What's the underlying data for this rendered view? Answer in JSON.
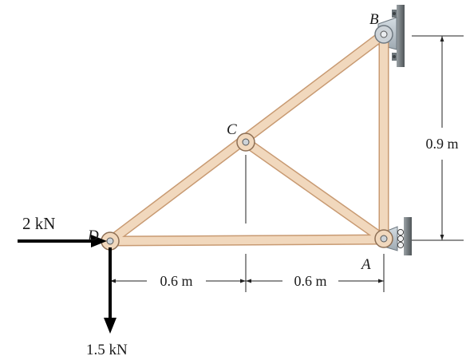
{
  "labels": {
    "joint_a": "A",
    "joint_b": "B",
    "joint_c": "C",
    "joint_d": "D"
  },
  "loads": {
    "horizontal": "2 kN",
    "vertical": "1.5 kN"
  },
  "dimensions": {
    "left_span": "0.6 m",
    "right_span": "0.6 m",
    "height": "0.9 m"
  },
  "colors": {
    "member_fill": "#f1d8bd",
    "member_edge": "#c89a72",
    "pin_fill": "#cdd3d8",
    "support_fill": "#b7c1c9",
    "wall": "#5e6468"
  }
}
